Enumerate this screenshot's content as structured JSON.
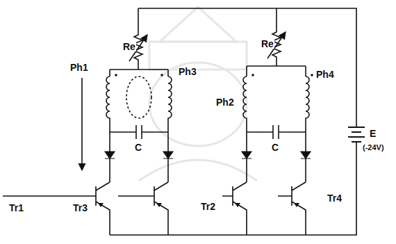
{
  "diagram": {
    "labels": [
      "Re",
      "Re",
      "Ph1",
      "Ph3",
      "Ph2",
      "Ph4",
      "C",
      "C",
      "E",
      "(-24V)",
      "Tr1",
      "Tr3",
      "Tr2",
      "Tr4"
    ]
  }
}
